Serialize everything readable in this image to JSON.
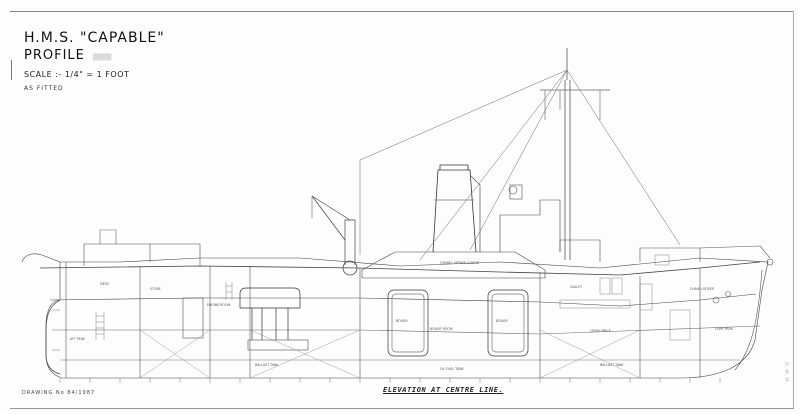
{
  "drawing": {
    "ship_name": "H.M.S. \"CAPABLE\"",
    "sheet_title": "PROFILE",
    "sheet_note": "(faint stamp)",
    "scale": "SCALE :- 1/4\" = 1 FOOT",
    "status": "AS FITTED",
    "drawing_number": "DRAWING  No  84/1987",
    "view_caption": "ELEVATION AT CENTRE LINE.",
    "side_reference": "N.M.M."
  },
  "compartment_labels": {
    "boiler_room": "BOILER ROOM",
    "boiler_port": "BOILER",
    "boiler_starboard": "BOILER",
    "engine_room": "ENGINE ROOM",
    "funnel_casing": "FUNNEL UPTAKE CASING",
    "after_peak": "AFT PEAK",
    "ballast_tank_aft": "BALLAST TANK",
    "oil_fuel_tank": "OIL FUEL TANK",
    "ballast_tank_fwd": "BALLAST TANK",
    "fore_peak": "FORE PEAK",
    "chain_locker": "CHAIN LOCKER",
    "crew_space": "CREW SPACE",
    "store": "STORE",
    "mess": "MESS",
    "galley": "GALLEY"
  },
  "colors": {
    "paper": "#fdfdfd",
    "ink": "#333333",
    "faint_ink": "#8a8a8a"
  }
}
